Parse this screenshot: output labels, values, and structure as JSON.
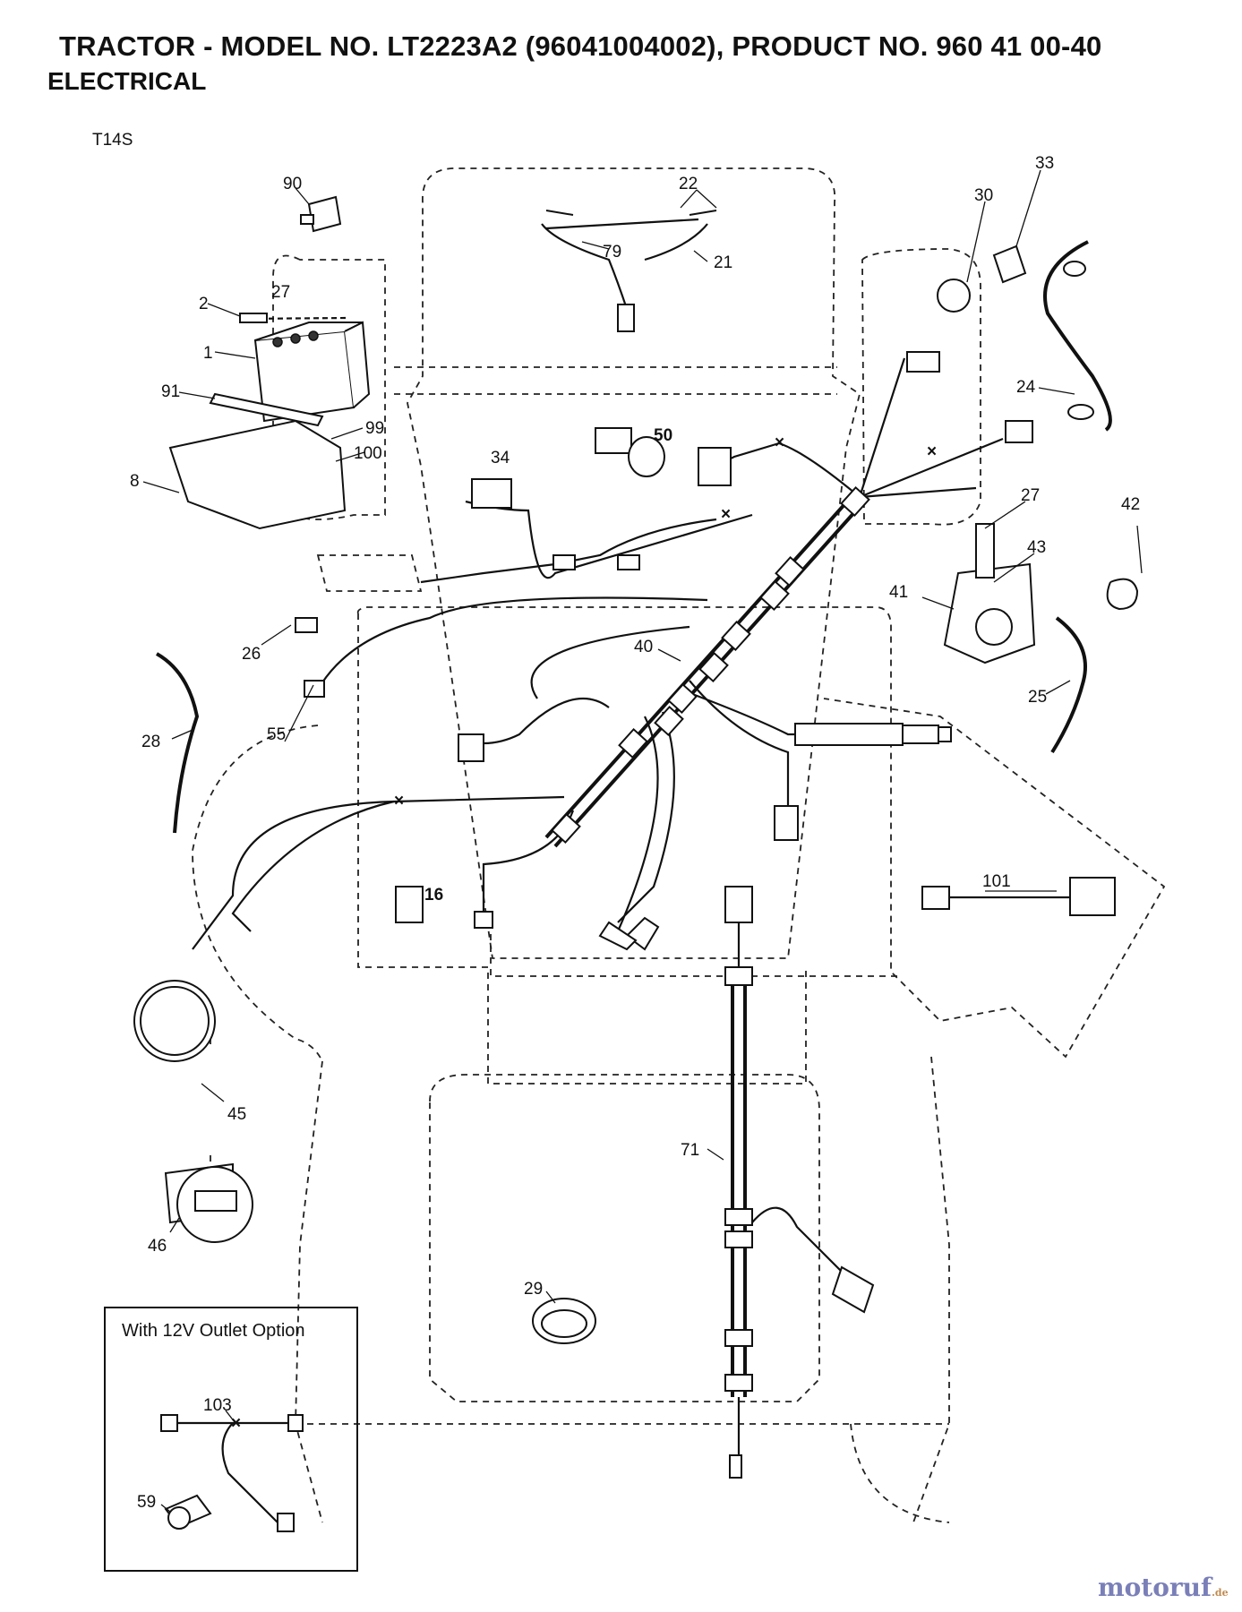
{
  "header": {
    "title": "TRACTOR - MODEL NO. LT2223A2 (96041004002), PRODUCT NO. 960 41 00-40",
    "subtitle": "ELECTRICAL",
    "diagram_code": "T14S"
  },
  "option_box": {
    "title": "With 12V Outlet Option",
    "parts": [
      "103",
      "59"
    ]
  },
  "part_labels": [
    "90",
    "22",
    "33",
    "30",
    "27",
    "2",
    "1",
    "79",
    "21",
    "91",
    "99",
    "100",
    "8",
    "24",
    "50",
    "34",
    "27",
    "42",
    "43",
    "41",
    "26",
    "40",
    "28",
    "55",
    "25",
    "16",
    "101",
    "45",
    "46",
    "71",
    "29",
    "103",
    "59"
  ],
  "bold_labels": [
    "50",
    "16"
  ],
  "watermark": {
    "brand": "motoruf",
    "suffix": ".de"
  }
}
